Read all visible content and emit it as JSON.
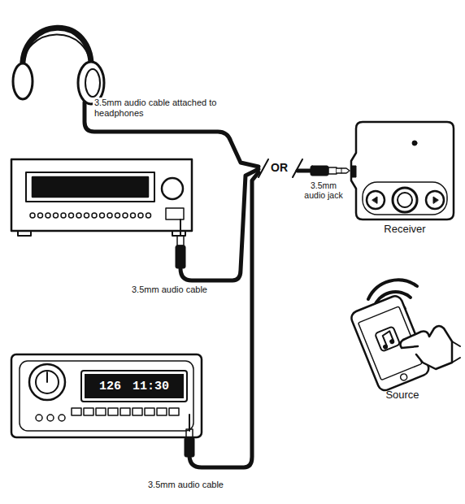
{
  "diagram": {
    "nodes": [
      {
        "text": [
          "Receiver"
        ]
      },
      {
        "text": [
          "Source"
        ]
      },
      {
        "text": [
          "126",
          "11:30"
        ]
      }
    ],
    "labels": [
      "3.5mm audio cable attached to headphones",
      "OR",
      "3.5mm audio jack",
      "3.5mm audio cable",
      "3.5mm audio cable"
    ]
  }
}
